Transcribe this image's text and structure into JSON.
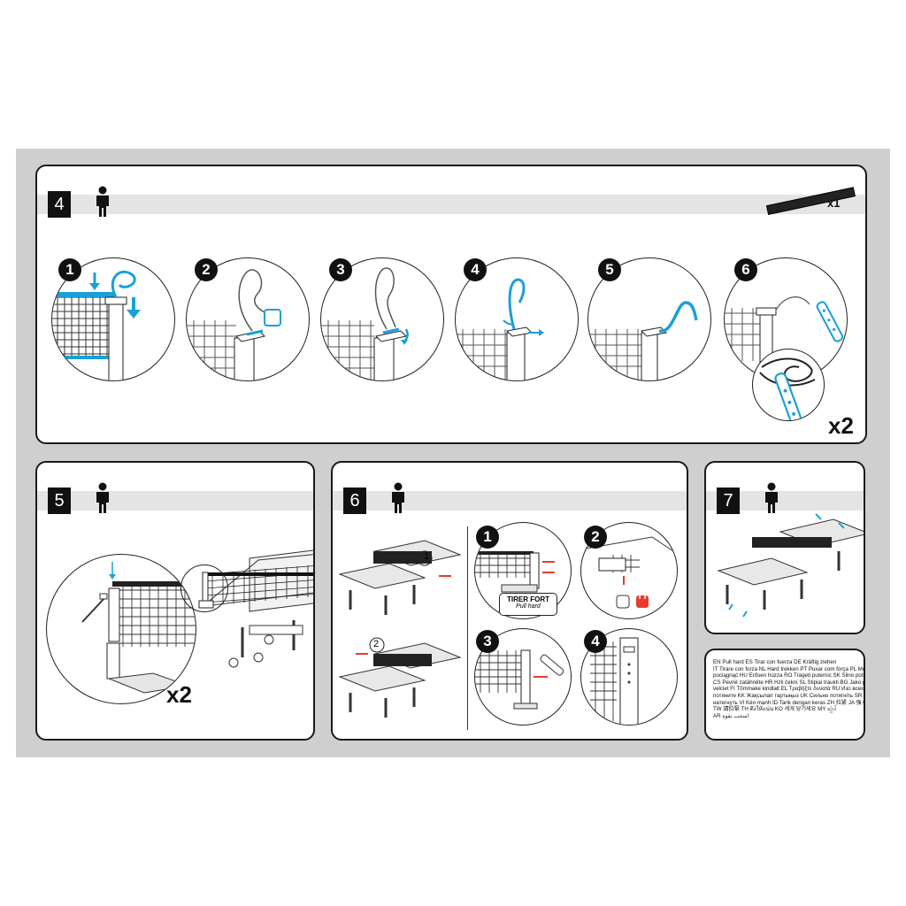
{
  "steps": {
    "s4": {
      "number": "4",
      "count": "x1",
      "multiplier": "x2"
    },
    "s5": {
      "number": "5",
      "multiplier": "x2"
    },
    "s6": {
      "number": "6",
      "callout_1": "1",
      "callout_2": "2",
      "pull_label": "TIRER FORT",
      "pull_sub": "Pull hard"
    },
    "s7": {
      "number": "7"
    }
  },
  "substeps": [
    "1",
    "2",
    "3",
    "4",
    "5",
    "6"
  ],
  "substeps6": [
    "1",
    "2",
    "3",
    "4"
  ],
  "translations": [
    "EN Pull hard  ES Tirar con fuerza  DE Kräftig ziehen",
    "IT Tirare con forza  NL Hard trekken  PT Puxar com força  PL Mocno",
    "pociągnąć  HU Erősen húzza  RO Trageți puternic  SK Silno potiahnite",
    "CS Pevně zatáhněte  HR Hzli čekni  SL Stipiai traukti  BG Jako povucit  SV Stingri",
    "velciet  FI Tõmmake kindlalt  EL Τραβήξτε δυνατά  RU Изо всех сил",
    "потяните  KK Жақсылап тартыңыз  UK Сильно потягніть  SR Добро",
    "натегнуть  VI Kéo mạnh  ID Tarik dengan keras  ZH 拉紧  JA 强く引く",
    "TW 請拉緊  TH ดึงให้แน่น  KO 세게 당기세요  MY ဆွဲပါ",
    "AR اسحب بقوة"
  ],
  "colors": {
    "accent": "#1aa0d6",
    "red": "#e63b2e",
    "band": "#e4e4e4",
    "sheet": "#cfcfcf"
  }
}
